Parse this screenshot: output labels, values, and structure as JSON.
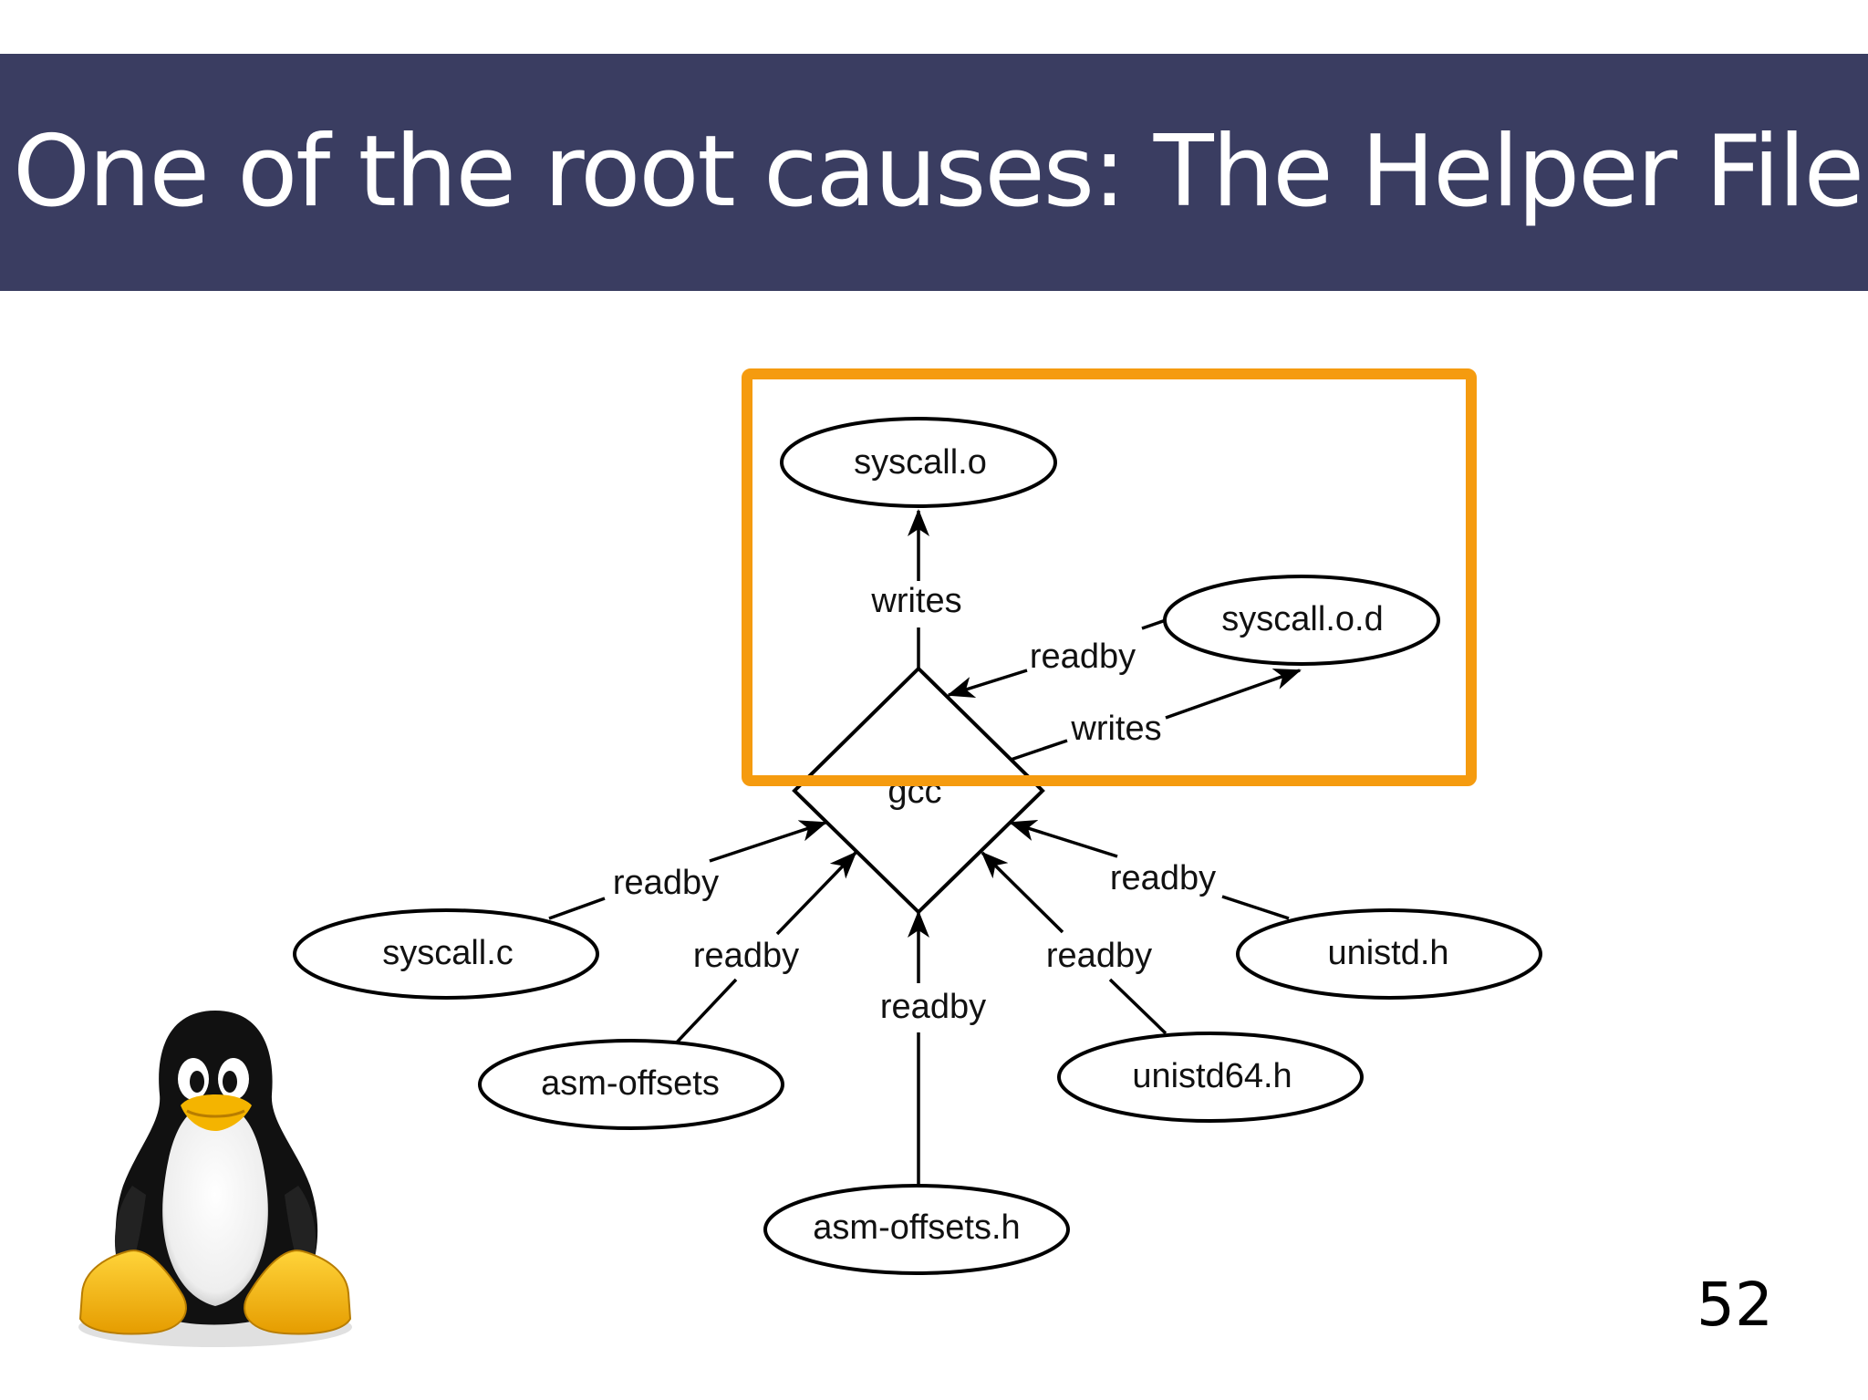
{
  "slide": {
    "title": "One of the root causes: The Helper File",
    "page_number": "52"
  },
  "colors": {
    "title_bar": "#3a3d61",
    "highlight_box": "#f59b0f",
    "mascot_logo": "linux-tux-penguin"
  },
  "diagram": {
    "center_node": "gcc",
    "nodes": {
      "syscall_o": "syscall.o",
      "syscall_o_d": "syscall.o.d",
      "syscall_c": "syscall.c",
      "unistd_h": "unistd.h",
      "asm_offsets": "asm-offsets",
      "unistd64_h": "unistd64.h",
      "asm_offsets_h": "asm-offsets.h"
    },
    "edges": {
      "writes_syscall_o": "writes",
      "readby_syscall_o_d": "readby",
      "writes_syscall_o_d": "writes",
      "readby_syscall_c": "readby",
      "readby_asm_offsets": "readby",
      "readby_asm_offsets_h": "readby",
      "readby_unistd64_h": "readby",
      "readby_unistd_h": "readby"
    }
  }
}
